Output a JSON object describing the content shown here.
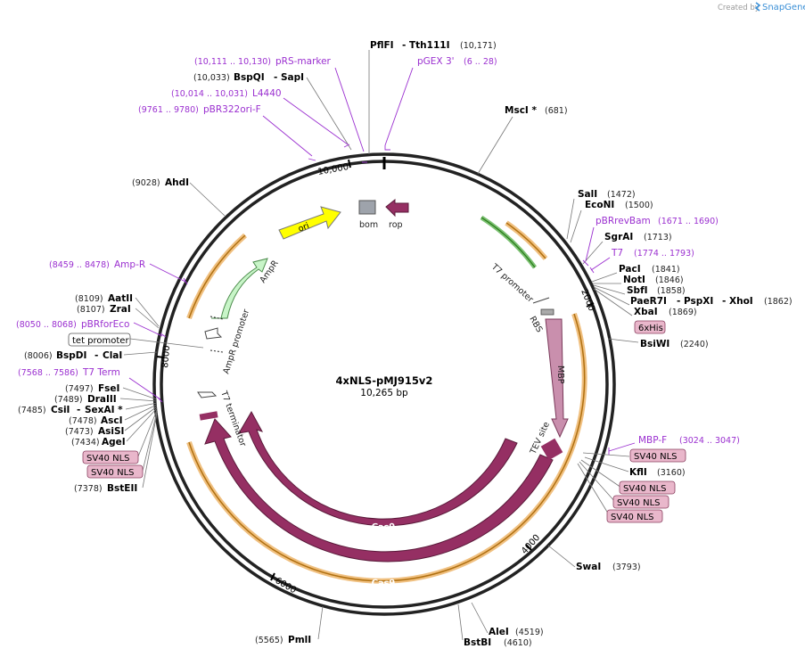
{
  "watermark": {
    "prefix": "Created by",
    "brand": "SnapGene"
  },
  "plasmid": {
    "name": "4xNLS-pMJ915v2",
    "size": "10,265 bp"
  },
  "ticks": [
    "10,000",
    "2000",
    "4000",
    "6000",
    "8000"
  ],
  "sites": [
    {
      "name": "PflFI",
      "name2": "Tth111I",
      "pos": "(10,171)"
    },
    {
      "name": "MscI *",
      "pos": "(681)"
    },
    {
      "name": "SalI",
      "pos": "(1472)"
    },
    {
      "name": "EcoNI",
      "pos": "(1500)"
    },
    {
      "name": "SgrAI",
      "pos": "(1713)"
    },
    {
      "name": "PacI",
      "pos": "(1841)"
    },
    {
      "name": "NotI",
      "pos": "(1846)"
    },
    {
      "name": "SbfI",
      "pos": "(1858)"
    },
    {
      "name": "PaeR7I",
      "name2": "PspXI",
      "name3": "XhoI",
      "pos": "(1862)"
    },
    {
      "name": "XbaI",
      "pos": "(1869)"
    },
    {
      "name": "BsiWI",
      "pos": "(2240)"
    },
    {
      "name": "KflI",
      "pos": "(3160)"
    },
    {
      "name": "SwaI",
      "pos": "(3793)"
    },
    {
      "name": "AleI",
      "pos": "(4519)"
    },
    {
      "name": "BstBI",
      "pos": "(4610)"
    },
    {
      "name": "PmlI",
      "pos": "(5565)"
    },
    {
      "name": "BstEII",
      "pos": "(7378)"
    },
    {
      "name": "AgeI",
      "pos": "(7434)"
    },
    {
      "name": "AsiSI",
      "pos": "(7473)"
    },
    {
      "name": "AscI",
      "pos": "(7478)"
    },
    {
      "name": "CsiI",
      "name2": "SexAI *",
      "pos": "(7485)"
    },
    {
      "name": "DraIII",
      "pos": "(7489)"
    },
    {
      "name": "FseI",
      "pos": "(7497)"
    },
    {
      "name": "BspDI",
      "name2": "ClaI",
      "pos": "(8006)"
    },
    {
      "name": "ZraI",
      "pos": "(8107)"
    },
    {
      "name": "AatII",
      "pos": "(8109)"
    },
    {
      "name": "AhdI",
      "pos": "(9028)"
    },
    {
      "name": "BspQI",
      "name2": "SapI",
      "pos": "(10,033)"
    }
  ],
  "primers": [
    {
      "name": "pGEX 3'",
      "pos": "(6 .. 28)"
    },
    {
      "name": "pRS-marker",
      "pos": "(10,111 .. 10,130)"
    },
    {
      "name": "L4440",
      "pos": "(10,014 .. 10,031)"
    },
    {
      "name": "pBR322ori-F",
      "pos": "(9761 .. 9780)"
    },
    {
      "name": "pBRrevBam",
      "pos": "(1671 .. 1690)"
    },
    {
      "name": "T7",
      "pos": "(1774 .. 1793)"
    },
    {
      "name": "MBP-F",
      "pos": "(3024 .. 3047)"
    },
    {
      "name": "T7 Term",
      "pos": "(7568 .. 7586)"
    },
    {
      "name": "pBRforEco",
      "pos": "(8050 .. 8068)"
    },
    {
      "name": "Amp-R",
      "pos": "(8459 .. 8478)"
    }
  ],
  "boxed_labels": {
    "his": "6xHis",
    "nls": "SV40 NLS",
    "tet": "tet promoter"
  },
  "features": {
    "ori": "ori",
    "bom": "bom",
    "rop": "rop",
    "ampr": "AmpR",
    "ampr_promoter": "AmpR promoter",
    "t7_promoter": "T7 promoter",
    "rbs": "RBS",
    "mbp": "MBP",
    "tev": "TEV site",
    "t7_terminator": "T7 terminator",
    "cas9": "Cas9"
  },
  "colors": {
    "cas9": "#952f63",
    "mbp": "#c98fad",
    "ori": "#ffff00",
    "ampr": "#c8f5c8",
    "primer": "#9b30d0",
    "nls_box": "#e9b7cb",
    "orange_strip": "#f0c080"
  }
}
